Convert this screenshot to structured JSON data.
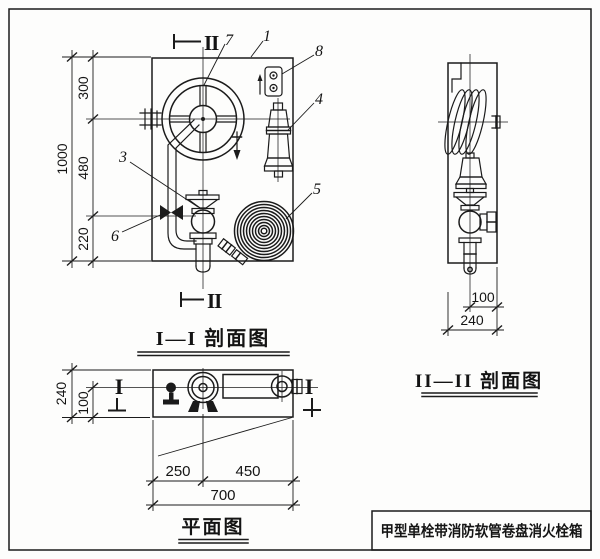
{
  "colors": {
    "ink": "#1b1b1b",
    "paper": "#fdfdfc"
  },
  "title_block": {
    "title": "甲型单栓带消防软管卷盘消火栓箱"
  },
  "front_view": {
    "label": "I—I 剖面图",
    "section_marker": "II",
    "dims": {
      "total": "1000",
      "upper": "300",
      "middle": "480",
      "lower": "220"
    },
    "callouts": {
      "c1": "1",
      "c3": "3",
      "c4": "4",
      "c5": "5",
      "c6": "6",
      "c7": "7",
      "c8": "8"
    }
  },
  "side_view": {
    "label": "II—II 剖面图",
    "dims": {
      "center_to_front": "100",
      "depth": "240"
    }
  },
  "plan_view": {
    "label": "平面图",
    "section_marker": "I",
    "dims": {
      "depth": "240",
      "center_to_front": "100",
      "valve_offset": "250",
      "reel_span": "450",
      "width": "700"
    }
  }
}
